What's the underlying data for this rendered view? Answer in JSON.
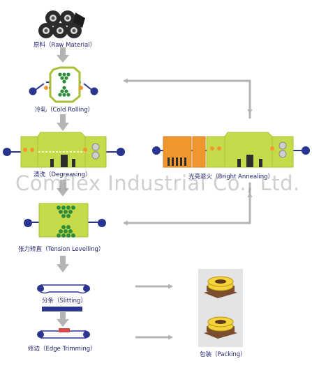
{
  "steps": {
    "raw_material": "原料（Raw Material）",
    "cold_rolling": "冷轧（Cold Rolling）",
    "degreasing": "清洗（Degreasing）",
    "bright_annealing": "光亮退火（Bright Annealing）",
    "tension_levelling": "张力矫直（Tension Levelling）",
    "slitting": "分条（Slitting）",
    "edge_trimming": "修边（Edge Trimming）",
    "packing": "包装（Packing）"
  },
  "watermark": "Comflex Industrial Co., Ltd.",
  "colors": {
    "machine_green": "#c6db4a",
    "machine_green_dark": "#a8c035",
    "furnace_orange": "#f0962e",
    "roll_blue": "#2a3590",
    "ball_green": "#2e8c3a",
    "arrow_gray": "#b4b4b4",
    "coil_yellow": "#f3d23a",
    "pallet_brown": "#7a4e2e",
    "slit_bar_blue": "#2a3590",
    "packing_panel": "#e4e4e4"
  }
}
